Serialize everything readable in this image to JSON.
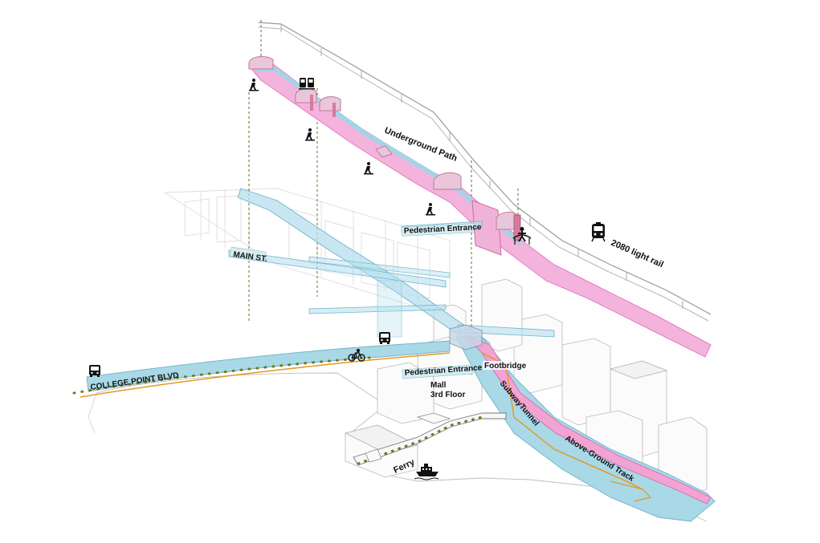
{
  "labels": {
    "underground_path": "Underground Path",
    "light_rail": "2080 light rail",
    "pedestrian_entrance_upper": "Pedestrian Entrance",
    "main_st": "MAIN ST.",
    "college_point": "COLLEGE POINT BLVD",
    "pedestrian_entrance_lower": "Pedestrian Entrance",
    "footbridge": "Footbridge",
    "mall_line1": "Mall",
    "mall_line2": "3rd Floor",
    "subway_tunnel": "SubwayTunnel",
    "above_ground_track": "Above-Ground Track",
    "ferry": "Ferry"
  },
  "icons": {
    "walk": "pedestrian-walk-icon",
    "bus_train": "bus-train-icon",
    "train": "light-rail-train-icon",
    "footbridge": "footbridge-person-icon",
    "bus": "bus-icon",
    "bike": "bicycle-icon",
    "boat": "ferry-boat-icon"
  },
  "colors": {
    "path_pink": "#f2a6d6",
    "path_pink_dark": "#e07cc0",
    "channel_blue": "#a9d8e6",
    "channel_blue_dark": "#6fb3c9",
    "orange_route": "#e8961e",
    "dot_green": "#6b7a1d",
    "rail_line": "#9a9a9a"
  }
}
